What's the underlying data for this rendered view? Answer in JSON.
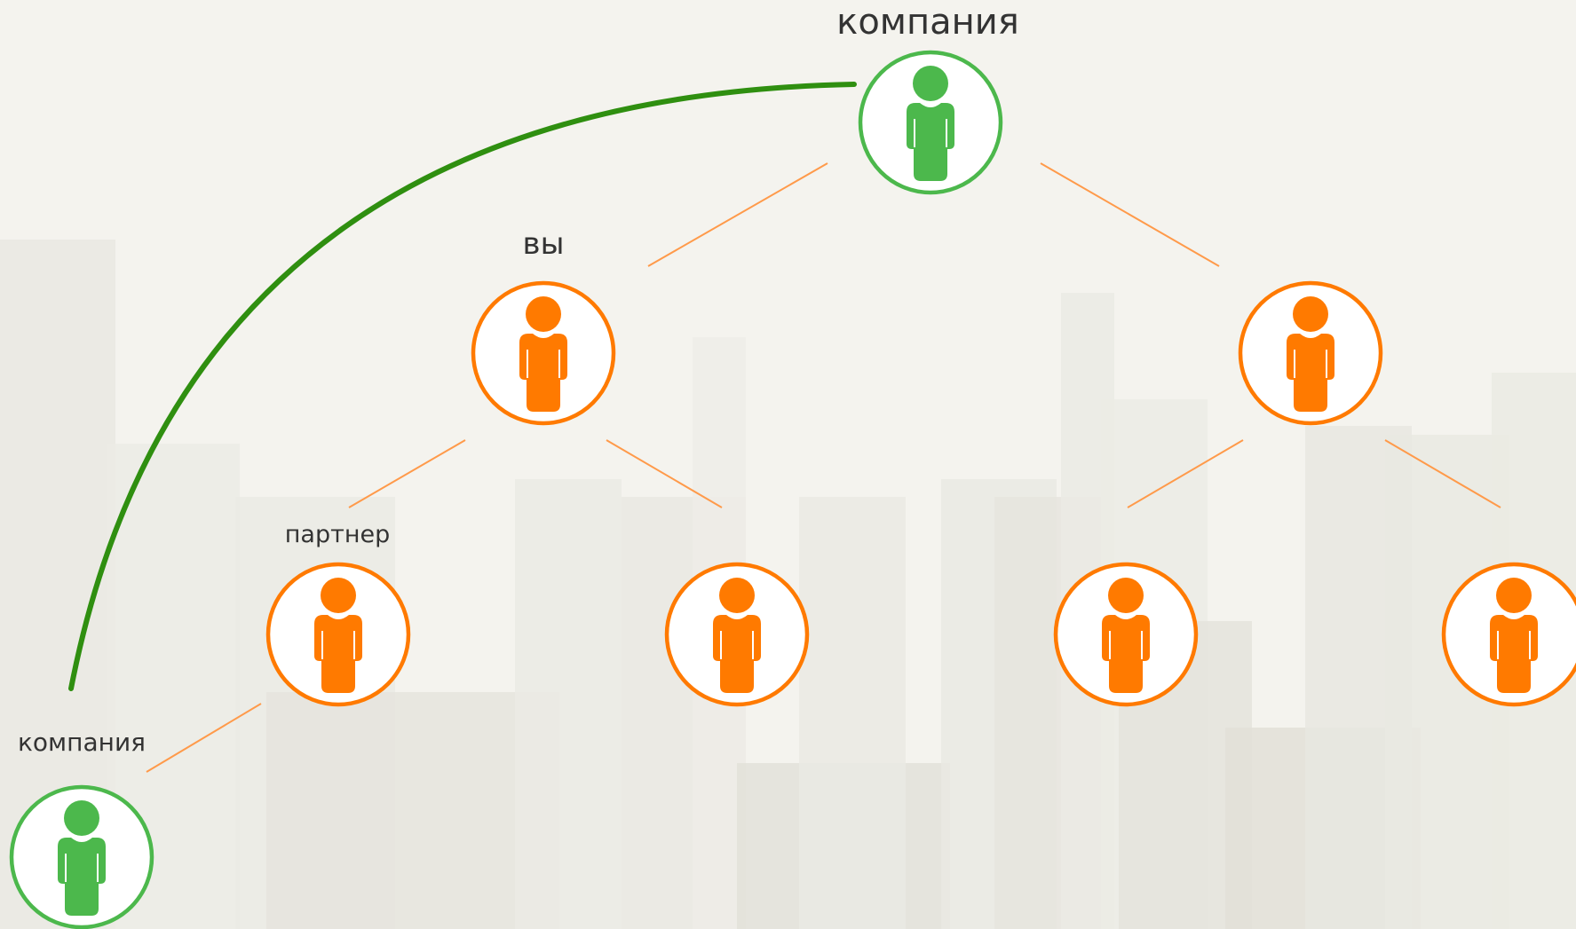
{
  "labels": {
    "top_company": "компания",
    "you": "вы",
    "partner": "партнер",
    "bottom_company": "компания"
  },
  "colors": {
    "company": "#4cb84c",
    "member": "#ff7a00",
    "curve": "#2f8f10",
    "connector": "#ff9a4a",
    "background": "#f4f3ee"
  },
  "nodes": [
    {
      "id": "top-company",
      "role": "company",
      "icon": "person-icon"
    },
    {
      "id": "you",
      "role": "member",
      "icon": "person-icon"
    },
    {
      "id": "right-member",
      "role": "member",
      "icon": "person-icon"
    },
    {
      "id": "partner",
      "role": "member",
      "icon": "person-icon"
    },
    {
      "id": "member-2",
      "role": "member",
      "icon": "person-icon"
    },
    {
      "id": "member-3",
      "role": "member",
      "icon": "person-icon"
    },
    {
      "id": "member-4",
      "role": "member",
      "icon": "person-icon"
    },
    {
      "id": "bottom-company",
      "role": "company",
      "icon": "person-icon"
    }
  ],
  "edges": [
    {
      "from": "top-company",
      "to": "you"
    },
    {
      "from": "top-company",
      "to": "right-member"
    },
    {
      "from": "you",
      "to": "partner"
    },
    {
      "from": "you",
      "to": "member-2"
    },
    {
      "from": "right-member",
      "to": "member-3"
    },
    {
      "from": "right-member",
      "to": "member-4"
    },
    {
      "from": "partner",
      "to": "bottom-company"
    },
    {
      "from": "bottom-company",
      "to": "top-company",
      "style": "curve"
    }
  ]
}
